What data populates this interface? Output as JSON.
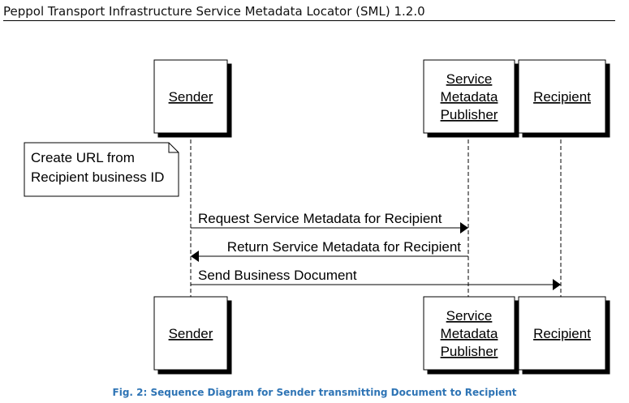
{
  "document": {
    "title": "Peppol Transport Infrastructure Service Metadata Locator (SML) 1.2.0"
  },
  "participants": [
    {
      "id": "sender",
      "lines": [
        "Sender"
      ]
    },
    {
      "id": "smp",
      "lines": [
        "Service",
        "Metadata",
        "Publisher"
      ]
    },
    {
      "id": "recipient",
      "lines": [
        "Recipient"
      ]
    }
  ],
  "note": {
    "lines": [
      "Create URL from",
      "Recipient business ID"
    ]
  },
  "messages": [
    {
      "from": "sender",
      "to": "smp",
      "label": "Request Service Metadata for Recipient"
    },
    {
      "from": "smp",
      "to": "sender",
      "label": "Return Service Metadata for Recipient"
    },
    {
      "from": "sender",
      "to": "recipient",
      "label": "Send Business Document"
    }
  ],
  "caption": {
    "text": "Fig. 2: Sequence Diagram for Sender transmitting Document to Recipient",
    "color": "#2E74B5"
  }
}
